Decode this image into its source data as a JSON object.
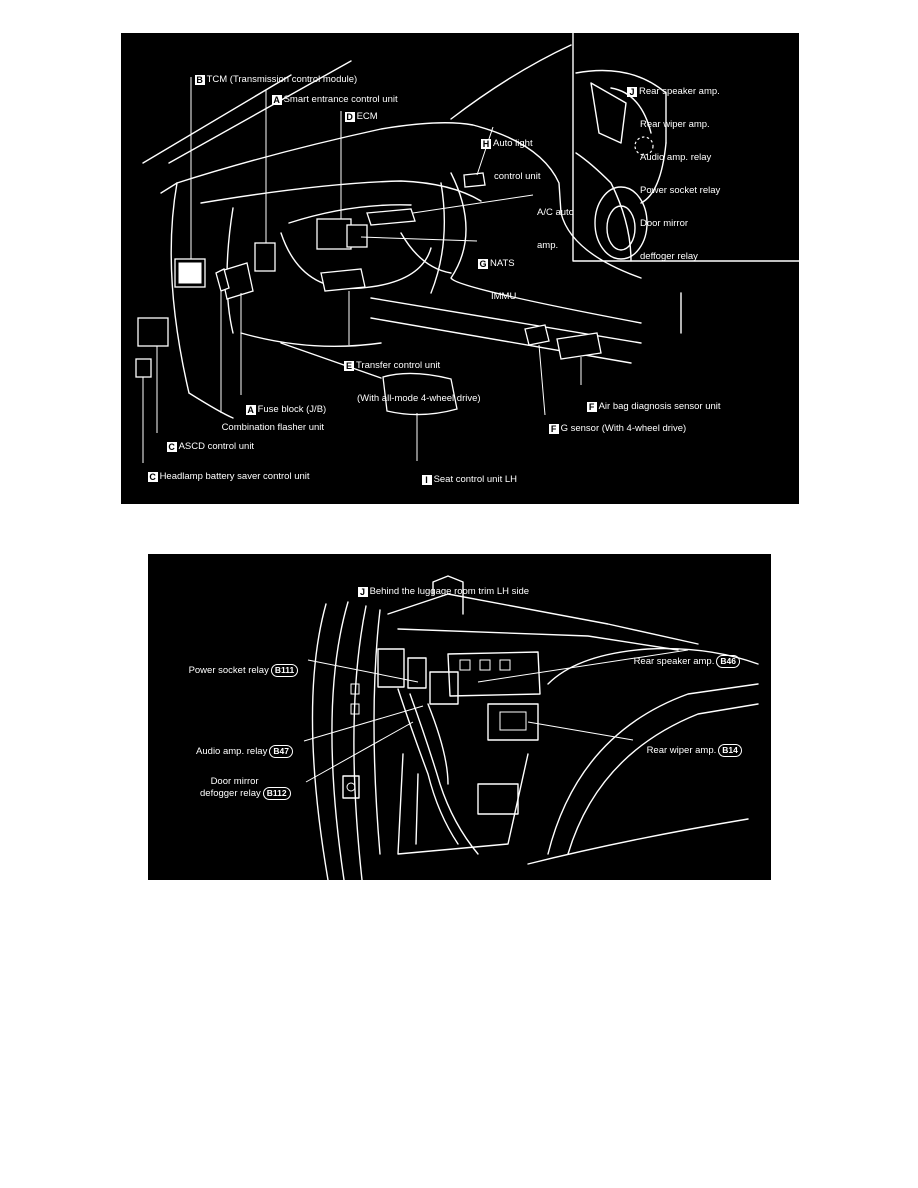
{
  "top_diagram": {
    "labels": [
      {
        "id": "tcm",
        "key": "B",
        "lines": [
          "TCM (Transmission control module)"
        ]
      },
      {
        "id": "smart-entrance",
        "key": "A",
        "lines": [
          "Smart entrance control unit"
        ]
      },
      {
        "id": "ecm",
        "key": "D",
        "lines": [
          "ECM"
        ]
      },
      {
        "id": "auto-light",
        "key": "H",
        "lines": [
          "Auto light",
          "control unit"
        ]
      },
      {
        "id": "ac-auto-amp",
        "key": "",
        "lines": [
          "A/C auto",
          "amp."
        ]
      },
      {
        "id": "nats",
        "key": "G",
        "lines": [
          "NATS",
          "IMMU"
        ]
      },
      {
        "id": "transfer",
        "key": "E",
        "lines": [
          "Transfer control unit",
          "(With all-mode 4-wheel drive)"
        ]
      },
      {
        "id": "air-bag",
        "key": "F",
        "lines": [
          "Air bag diagnosis sensor unit"
        ]
      },
      {
        "id": "fuse-block",
        "key": "A",
        "lines": [
          "Fuse block (J/B)"
        ]
      },
      {
        "id": "combination-flasher",
        "key": "",
        "lines": [
          "Combination flasher unit"
        ]
      },
      {
        "id": "g-sensor",
        "key": "F",
        "lines": [
          "G sensor (With 4-wheel drive)"
        ]
      },
      {
        "id": "ascd",
        "key": "C",
        "lines": [
          "ASCD control unit"
        ]
      },
      {
        "id": "headlamp",
        "key": "C",
        "lines": [
          "Headlamp battery saver control unit"
        ]
      },
      {
        "id": "seat-control",
        "key": "I",
        "lines": [
          "Seat control unit LH"
        ]
      },
      {
        "id": "rear-group",
        "key": "J",
        "lines": [
          "Rear speaker amp.",
          "Rear wiper amp.",
          "Audio amp. relay",
          "Power socket relay",
          "Door mirror",
          "deffoger relay"
        ]
      }
    ]
  },
  "bottom_diagram": {
    "title_key": "J",
    "title": "Behind the luggage room trim LH side",
    "labels": [
      {
        "id": "power-socket",
        "text": "Power socket relay",
        "connector": "B111"
      },
      {
        "id": "rear-speaker",
        "text": "Rear speaker amp.",
        "connector": "B46"
      },
      {
        "id": "audio-amp",
        "text": "Audio amp. relay",
        "connector": "B47"
      },
      {
        "id": "rear-wiper",
        "text": "Rear wiper amp.",
        "connector": "B14"
      },
      {
        "id": "door-mirror",
        "text": "Door mirror\ndefogger relay",
        "connector": "B112"
      }
    ]
  },
  "colors": {
    "background": "#000000",
    "foreground": "#ffffff",
    "page": "#ffffff"
  }
}
